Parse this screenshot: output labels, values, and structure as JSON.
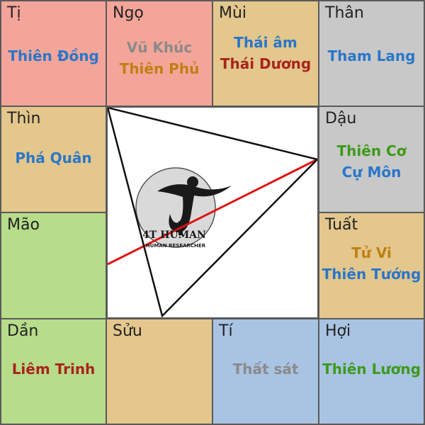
{
  "colors": {
    "pink": "#f4a59a",
    "tan": "#e3c78c",
    "gray": "#c8c8c8",
    "green": "#b7dc8a",
    "blue": "#a9c3e3",
    "blue_text": "#2a76c9",
    "red_text": "#a8241c",
    "gold_text": "#c07f12",
    "gray_text": "#8a8a8a",
    "green_text": "#3c9a18",
    "line_red": "#e01010",
    "line_black": "#111111"
  },
  "palaces": [
    {
      "name": "Tị",
      "stars": [
        {
          "text": "Thiên Đồng",
          "color": "blue_text"
        }
      ]
    },
    {
      "name": "Ngọ",
      "stars": [
        {
          "text": "Vũ Khúc",
          "color": "gray_text"
        },
        {
          "text": "Thiên Phủ",
          "color": "gold_text"
        }
      ]
    },
    {
      "name": "Mùi",
      "stars": [
        {
          "text": "Thái âm",
          "color": "blue_text"
        },
        {
          "text": "Thái Dương",
          "color": "red_text"
        }
      ]
    },
    {
      "name": "Thân",
      "stars": [
        {
          "text": "Tham Lang",
          "color": "blue_text"
        }
      ]
    },
    {
      "name": "Thìn",
      "stars": [
        {
          "text": "Phá Quân",
          "color": "blue_text"
        }
      ]
    },
    {
      "name": "Dậu",
      "stars": [
        {
          "text": "Thiên Cơ",
          "color": "green_text"
        },
        {
          "text": "Cự Môn",
          "color": "blue_text"
        }
      ]
    },
    {
      "name": "Mão",
      "stars": []
    },
    {
      "name": "Tuất",
      "stars": [
        {
          "text": "Tử Vi",
          "color": "gold_text"
        },
        {
          "text": "Thiên Tướng",
          "color": "blue_text"
        }
      ]
    },
    {
      "name": "Dần",
      "stars": [
        {
          "text": "Liêm Trinh",
          "color": "red_text"
        }
      ]
    },
    {
      "name": "Sửu",
      "stars": []
    },
    {
      "name": "Tí",
      "stars": [
        {
          "text": "Thất sát",
          "color": "gray_text"
        }
      ]
    },
    {
      "name": "Hợi",
      "stars": [
        {
          "text": "Thiên Lương",
          "color": "green_text"
        }
      ]
    }
  ],
  "cell_fill": [
    "pink",
    "pink",
    "tan",
    "gray",
    "tan",
    "gray",
    "green",
    "tan",
    "green",
    "tan",
    "blue",
    "blue"
  ],
  "logo": {
    "title": "4T HUMAN",
    "subtitle": "HUMAN RESEARCHER"
  }
}
